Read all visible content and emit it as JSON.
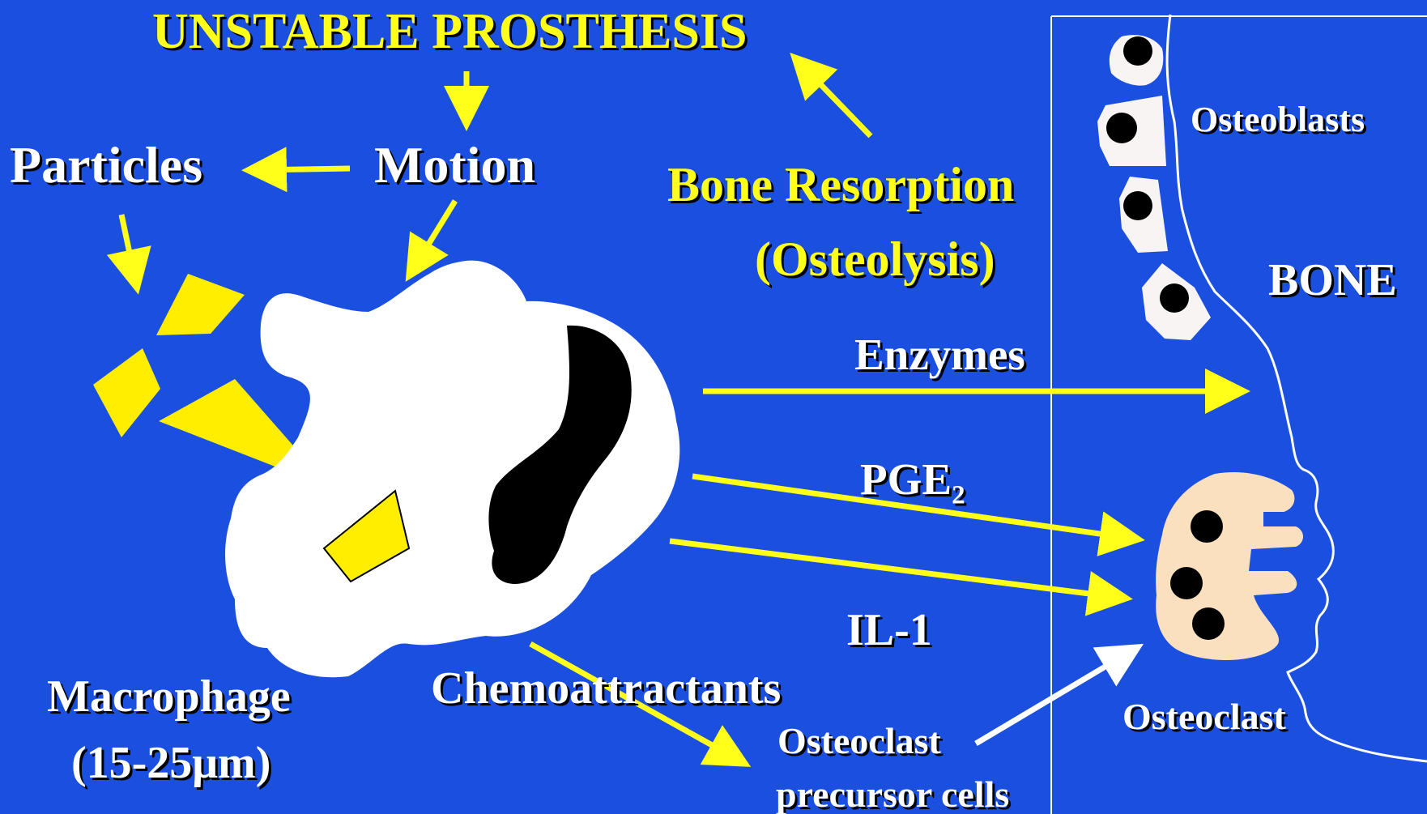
{
  "title": "UNSTABLE PROSTHESIS",
  "labels": {
    "motion": "Motion",
    "particles": "Particles",
    "bone_resorption_line1": "Bone Resorption",
    "bone_resorption_line2": "(Osteolysis)",
    "enzymes": "Enzymes",
    "pge_main": "PGE",
    "pge_sub": "2",
    "il1": "IL-1",
    "chemoattractants": "Chemoattractants",
    "macrophage_line1": "Macrophage",
    "macrophage_line2": "(15-25μm)",
    "osteoclast_precursor_line1": "Osteoclast",
    "osteoclast_precursor_line2": "precursor cells",
    "osteoblasts": "Osteoblasts",
    "bone": "BONE",
    "osteoclast": "Osteoclast"
  },
  "colors": {
    "background": "#1a4fe0",
    "label_yellow": "#ffff1a",
    "arrow_yellow": "#ffff1a",
    "particle_yellow": "#ffee00",
    "cell_white": "#ffffff",
    "nucleus_black": "#000000",
    "osteoclast_fill": "#fbe0c0"
  }
}
